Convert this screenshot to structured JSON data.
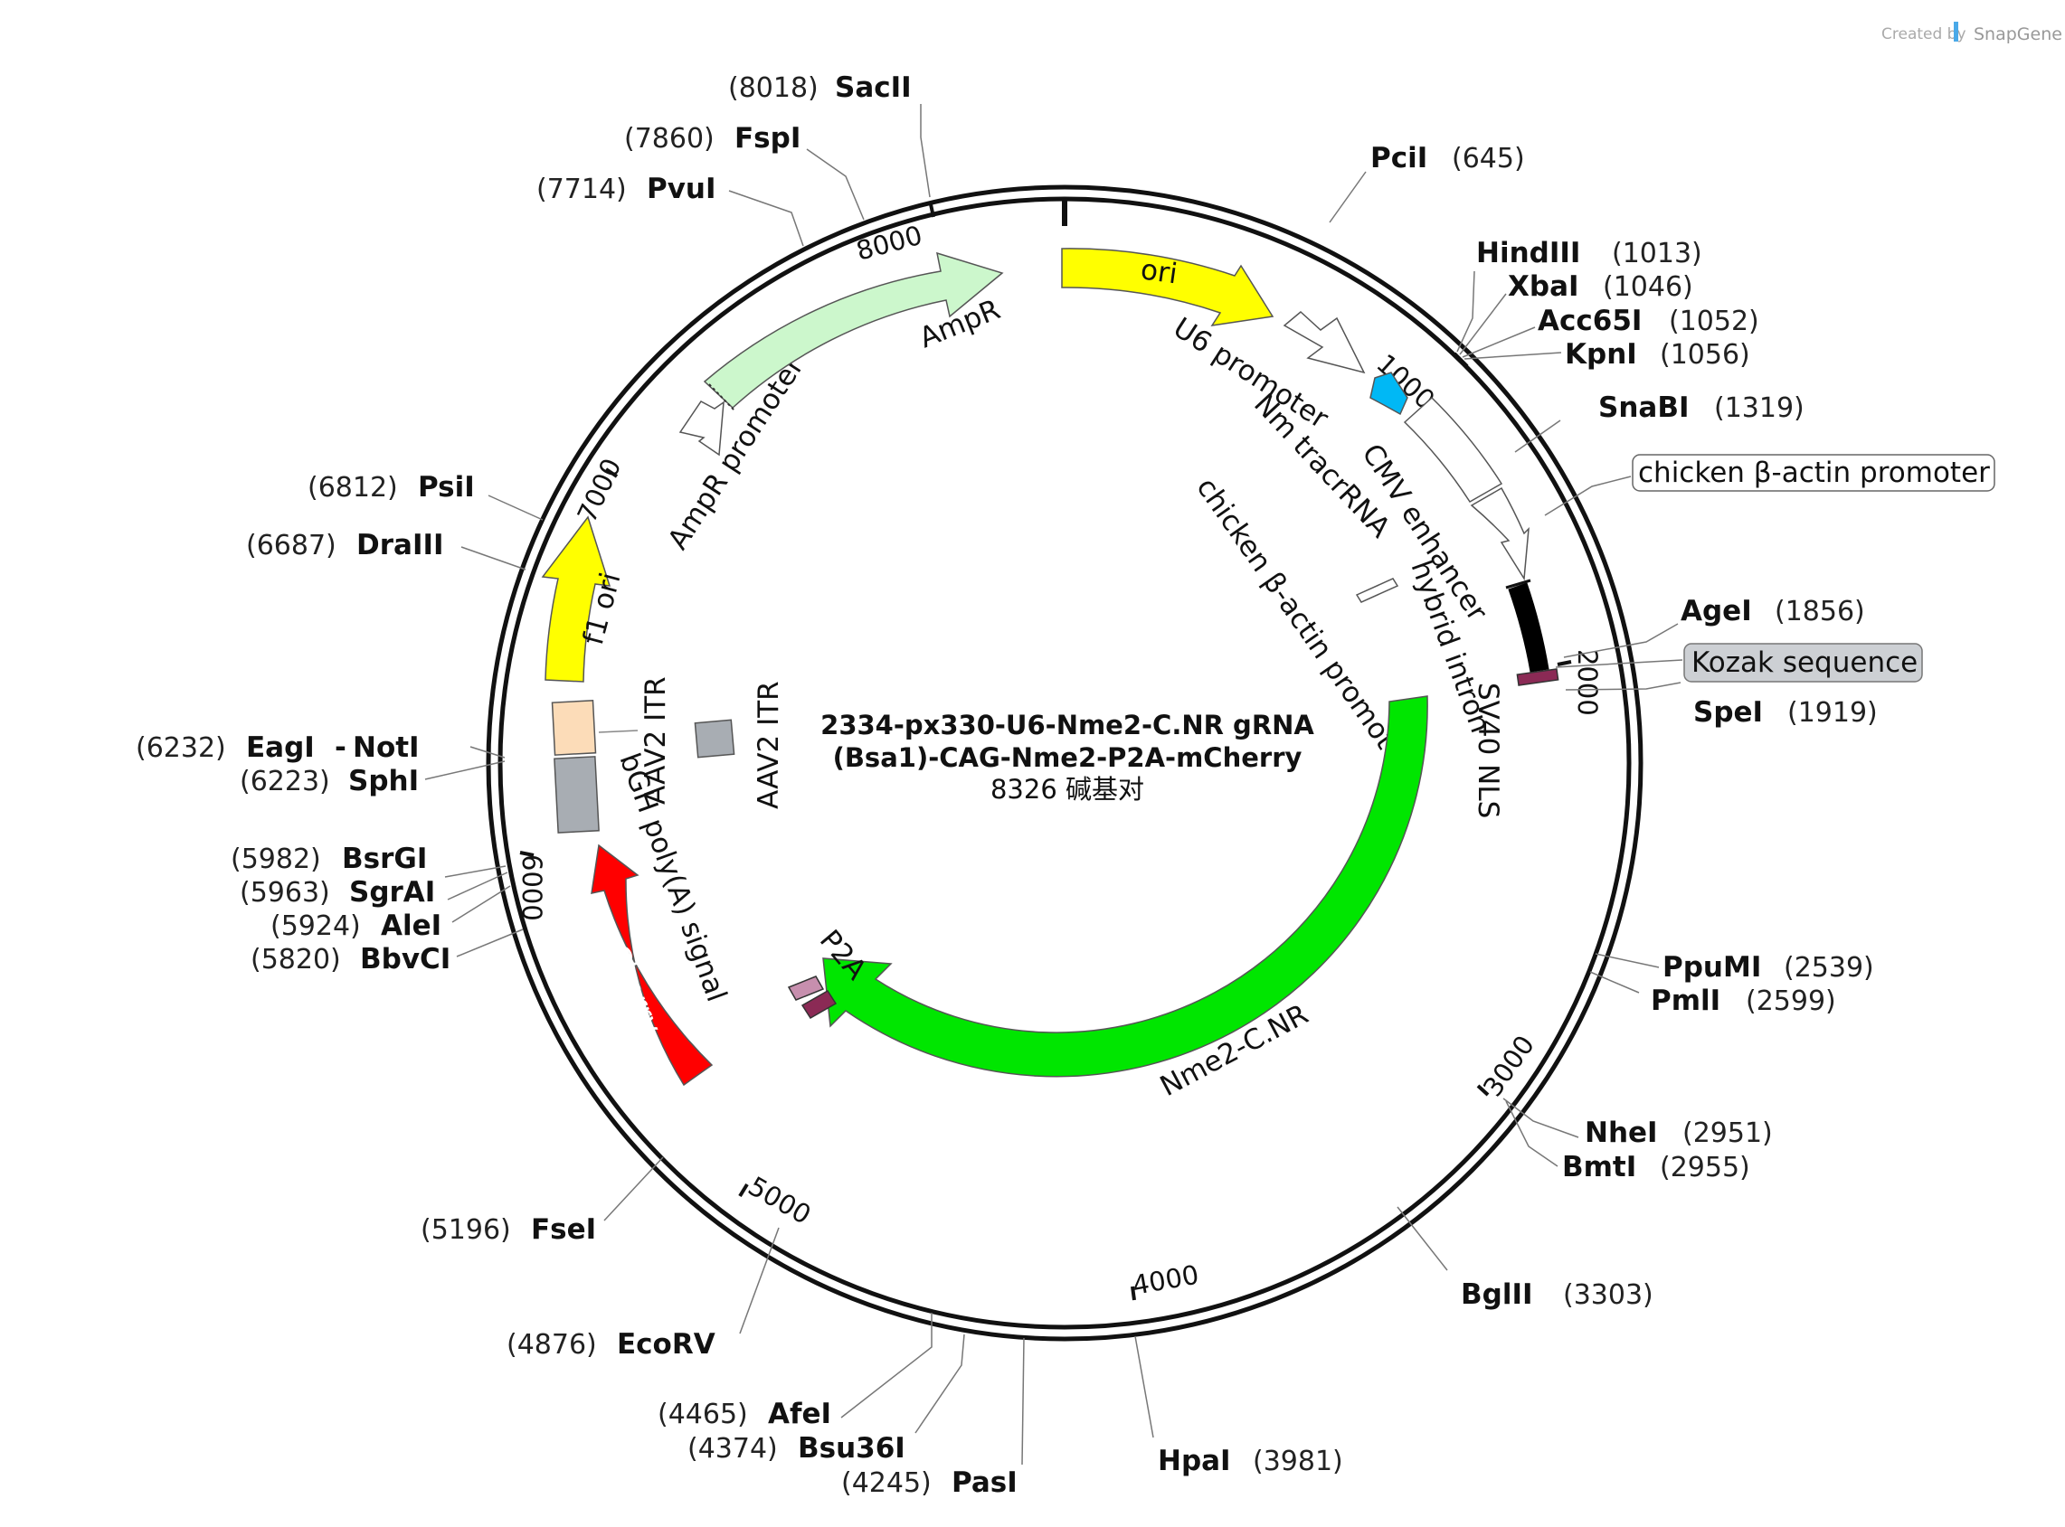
{
  "credit": {
    "prefix": "Created by",
    "brand": "SnapGene"
  },
  "title": {
    "line1": "2334-px330-U6-Nme2-C.NR gRNA",
    "line2": "(Bsa1)-CAG-Nme2-P2A-mCherry",
    "line3": "8326 碱基对"
  },
  "ticks": [
    "1000",
    "2000",
    "3000",
    "4000",
    "5000",
    "6000",
    "7000",
    "8000"
  ],
  "sites_right": [
    {
      "name": "PciI",
      "pos": "(645)"
    },
    {
      "name": "HindIII",
      "pos": "(1013)"
    },
    {
      "name": "XbaI",
      "pos": "(1046)"
    },
    {
      "name": "Acc65I",
      "pos": "(1052)"
    },
    {
      "name": "KpnI",
      "pos": "(1056)"
    },
    {
      "name": "SnaBI",
      "pos": "(1319)"
    },
    {
      "name": "AgeI",
      "pos": "(1856)"
    },
    {
      "name": "SpeI",
      "pos": "(1919)"
    },
    {
      "name": "PpuMI",
      "pos": "(2539)"
    },
    {
      "name": "PmlI",
      "pos": "(2599)"
    },
    {
      "name": "NheI",
      "pos": "(2951)"
    },
    {
      "name": "BmtI",
      "pos": "(2955)"
    },
    {
      "name": "BglII",
      "pos": "(3303)"
    },
    {
      "name": "HpaI",
      "pos": "(3981)"
    }
  ],
  "sites_left": [
    {
      "name": "SacII",
      "pos": "(8018)"
    },
    {
      "name": "FspI",
      "pos": "(7860)"
    },
    {
      "name": "PvuI",
      "pos": "(7714)"
    },
    {
      "name": "PsiI",
      "pos": "(6812)"
    },
    {
      "name": "DraIII",
      "pos": "(6687)"
    },
    {
      "name": "EagI",
      "pos": "(6232)"
    },
    {
      "name": "NotI",
      "pos": ""
    },
    {
      "name": "SphI",
      "pos": "(6223)"
    },
    {
      "name": "BsrGI",
      "pos": "(5982)"
    },
    {
      "name": "SgrAI",
      "pos": "(5963)"
    },
    {
      "name": "AleI",
      "pos": "(5924)"
    },
    {
      "name": "BbvCI",
      "pos": "(5820)"
    },
    {
      "name": "FseI",
      "pos": "(5196)"
    },
    {
      "name": "EcoRV",
      "pos": "(4876)"
    },
    {
      "name": "AfeI",
      "pos": "(4465)"
    },
    {
      "name": "Bsu36I",
      "pos": "(4374)"
    },
    {
      "name": "PasI",
      "pos": "(4245)"
    }
  ],
  "separator": "-",
  "boxed": {
    "cba": "chicken β-actin promoter",
    "kozak": "Kozak sequence"
  },
  "features": {
    "ori": "ori",
    "u6": "U6 promoter",
    "tracr": "Nm tracrRNA",
    "cmv": "CMV enhancer",
    "cba_inner": "chicken β-actin promoter",
    "hybrid": "hybrid intron",
    "sv40": "SV40 NLS",
    "nme2": "Nme2-C.NR",
    "p2a": "P2A",
    "mcherry": "mCherry",
    "bgh": "bGH poly(A) signal",
    "itr_left": "AAV2 ITR",
    "itr_right": "AAV2 ITR",
    "f1ori": "f1 ori",
    "ampr_prom": "AmpR promoter",
    "ampr": "AmpR"
  },
  "colors": {
    "ori": "#ffff00",
    "f1ori": "#ffff00",
    "ampr": "#ccf7cc",
    "nme2": "#00e600",
    "mcherry": "#ff0000",
    "u6": "#ffffff",
    "tracr": "#00b8f5",
    "itr": "#a8adb3",
    "itr_left_top": "#fcdcb8",
    "p2a": "#c78fae",
    "p2a_dark": "#8b2a55",
    "kozak_box": "#cdd0d4",
    "sv40": "#000000"
  }
}
